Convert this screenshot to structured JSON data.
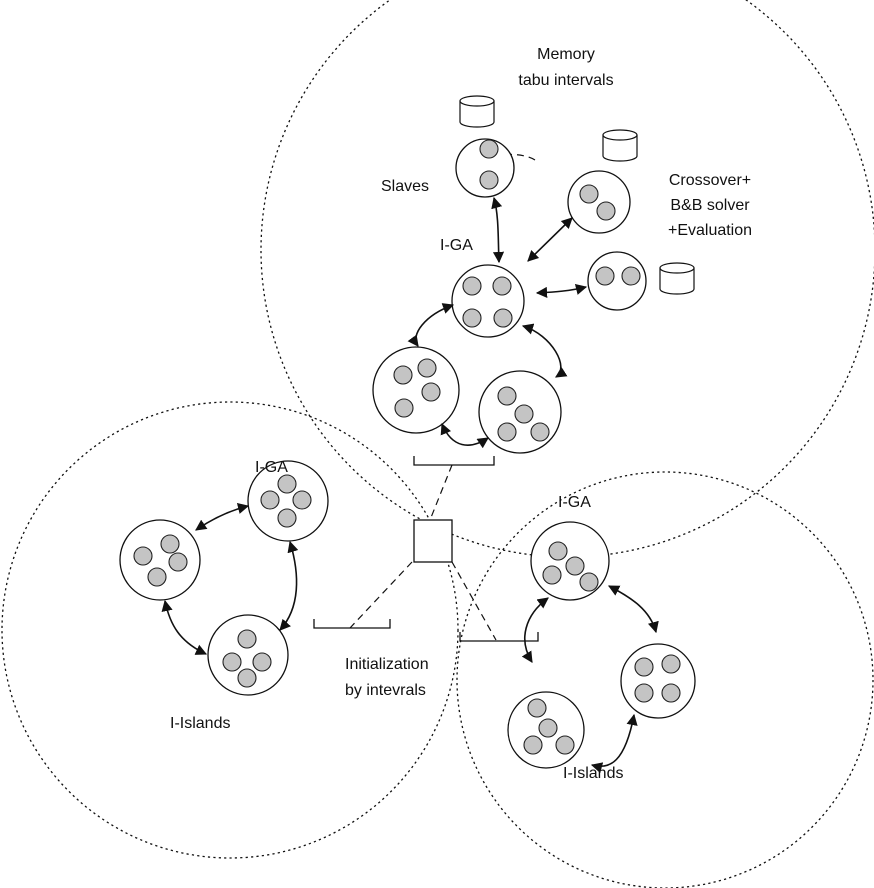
{
  "labels": {
    "memory_line1": "Memory",
    "memory_line2": "tabu intervals",
    "slaves": "Slaves",
    "crossover_line1": "Crossover+",
    "crossover_line2": "B&B solver",
    "crossover_line3": "+Evaluation",
    "iga_top": "I-GA",
    "iga_left": "I-GA",
    "iga_right": "I-GA",
    "initialization_line1": "Initialization",
    "initialization_line2": "by intevrals",
    "islands_left": "I-Islands",
    "islands_right": "I-Islands"
  },
  "groups": [
    {
      "name": "top-group",
      "components": [
        "I-GA",
        "Slaves",
        "Memory tabu intervals"
      ]
    },
    {
      "name": "left-group",
      "components": [
        "I-GA",
        "I-Islands"
      ]
    },
    {
      "name": "right-group",
      "components": [
        "I-GA",
        "I-Islands"
      ]
    }
  ],
  "colors": {
    "line": "#111111",
    "individual_fill": "#c4c4c4",
    "background": "#ffffff"
  }
}
